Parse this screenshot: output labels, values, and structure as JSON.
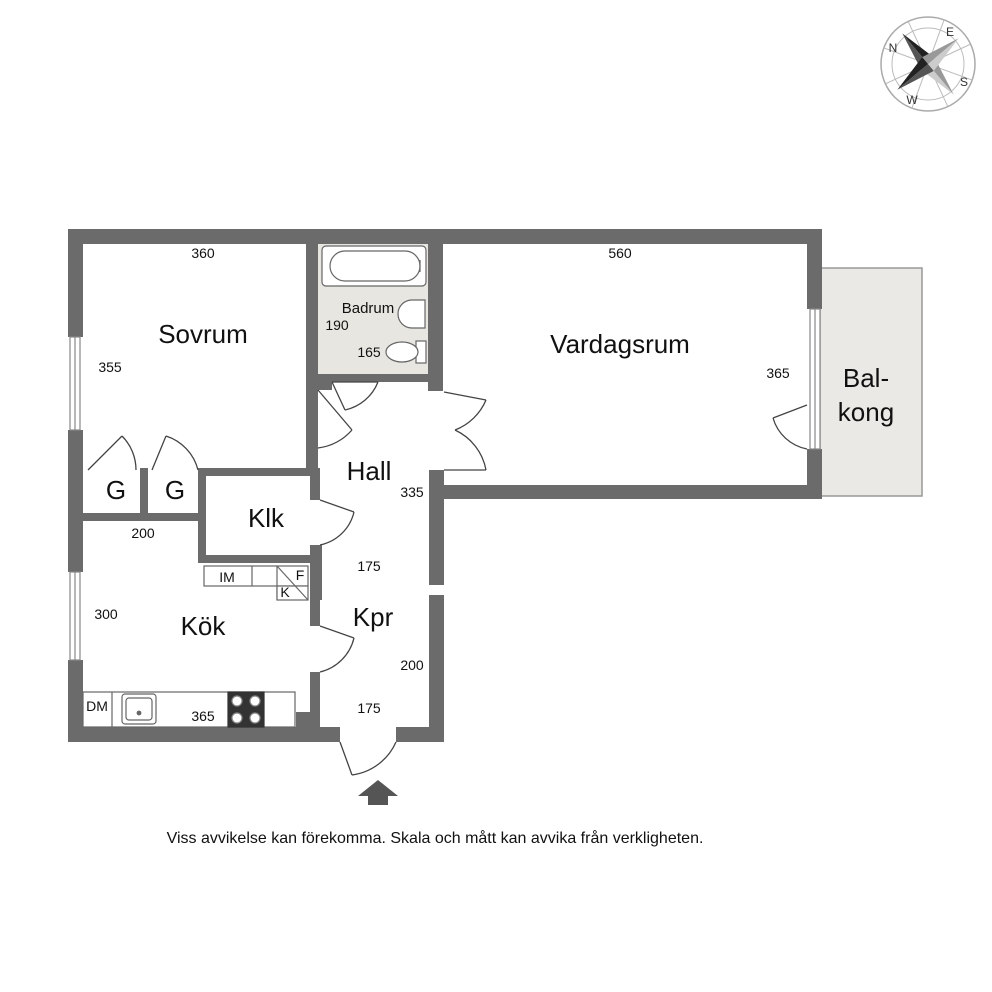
{
  "rooms": {
    "sovrum": "Sovrum",
    "vardagsrum": "Vardagsrum",
    "badrum": "Badrum",
    "hall": "Hall",
    "klk": "Klk",
    "kok": "Kök",
    "kpr": "Kpr",
    "balkong_line1": "Bal-",
    "balkong_line2": "kong",
    "garderob_1": "G",
    "garderob_2": "G"
  },
  "fixtures": {
    "im": "IM",
    "f": "F",
    "k": "K",
    "dm": "DM"
  },
  "dimensions": {
    "sovrum_width": "360",
    "sovrum_depth": "355",
    "vardagsrum_width": "560",
    "vardagsrum_depth": "365",
    "badrum_a": "190",
    "badrum_b": "165",
    "hall_depth": "335",
    "hall_width": "175",
    "garderob_width": "200",
    "kok_depth": "300",
    "kok_width": "365",
    "kpr_depth": "200",
    "kpr_width": "175"
  },
  "compass": {
    "n": "N",
    "e": "E",
    "s": "S",
    "w": "W"
  },
  "disclaimer": "Viss avvikelse kan förekomma. Skala och mått kan avvika från verkligheten.",
  "colors": {
    "wall": "#6b6b6b",
    "wet_floor": "#e8e6e1",
    "balcony": "#ebe9e6"
  }
}
